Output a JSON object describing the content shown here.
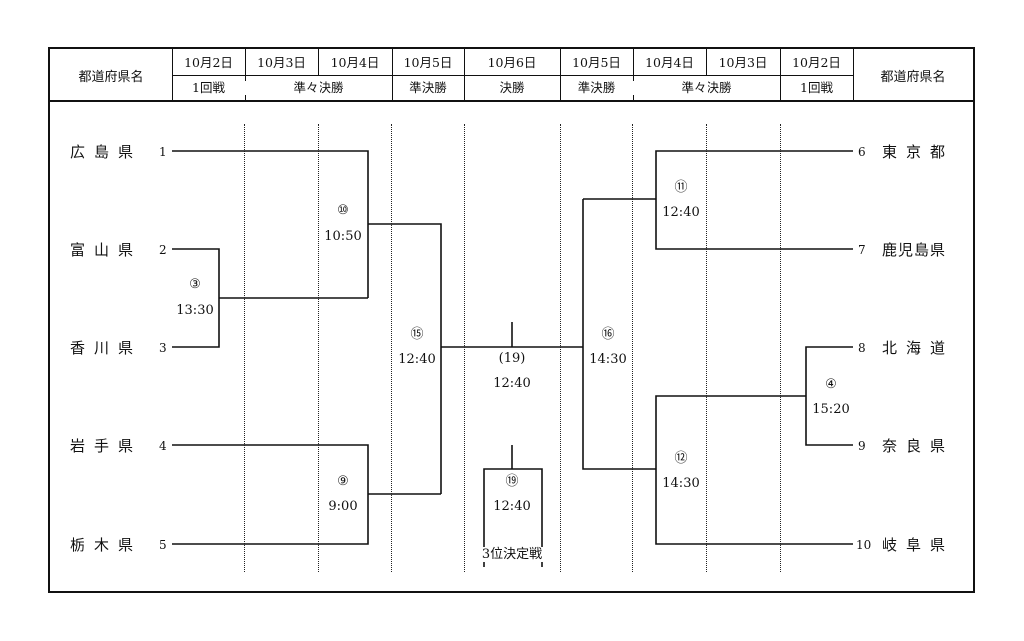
{
  "header": {
    "pref_label_left": "都道府県名",
    "pref_label_right": "都道府県名",
    "cols": [
      {
        "date": "10月2日",
        "round": "1回戦"
      },
      {
        "date": "10月3日",
        "round": ""
      },
      {
        "date": "10月4日",
        "round": ""
      },
      {
        "date": "10月5日",
        "round": "準決勝"
      },
      {
        "date": "10月6日",
        "round": "決勝"
      },
      {
        "date": "10月5日",
        "round": "準決勝"
      },
      {
        "date": "10月4日",
        "round": ""
      },
      {
        "date": "10月3日",
        "round": ""
      },
      {
        "date": "10月2日",
        "round": "1回戦"
      }
    ],
    "quarterfinal_left": "準々決勝",
    "quarterfinal_right": "準々決勝"
  },
  "left_teams": [
    {
      "name": "広島県",
      "seed": "1"
    },
    {
      "name": "富山県",
      "seed": "2"
    },
    {
      "name": "香川県",
      "seed": "3"
    },
    {
      "name": "岩手県",
      "seed": "4"
    },
    {
      "name": "栃木県",
      "seed": "5"
    }
  ],
  "right_teams": [
    {
      "name": "東京都",
      "seed": "6"
    },
    {
      "name": "鹿児島県",
      "seed": "7"
    },
    {
      "name": "北海道",
      "seed": "8"
    },
    {
      "name": "奈良県",
      "seed": "9"
    },
    {
      "name": "岐阜県",
      "seed": "10"
    }
  ],
  "matches": {
    "m3": {
      "no": "③",
      "time": "13:30"
    },
    "m10": {
      "no": "⑩",
      "time": "10:50"
    },
    "m9": {
      "no": "⑨",
      "time": "9:00"
    },
    "m15": {
      "no": "⑮",
      "time": "12:40"
    },
    "final": {
      "no": "(19)",
      "time": "12:40"
    },
    "third": {
      "no": "⑲",
      "time": "12:40",
      "label": "3位決定戦"
    },
    "m16": {
      "no": "⑯",
      "time": "14:30"
    },
    "m11": {
      "no": "⑪",
      "time": "12:40"
    },
    "m12": {
      "no": "⑫",
      "time": "14:30"
    },
    "m4": {
      "no": "④",
      "time": "15:20"
    }
  }
}
